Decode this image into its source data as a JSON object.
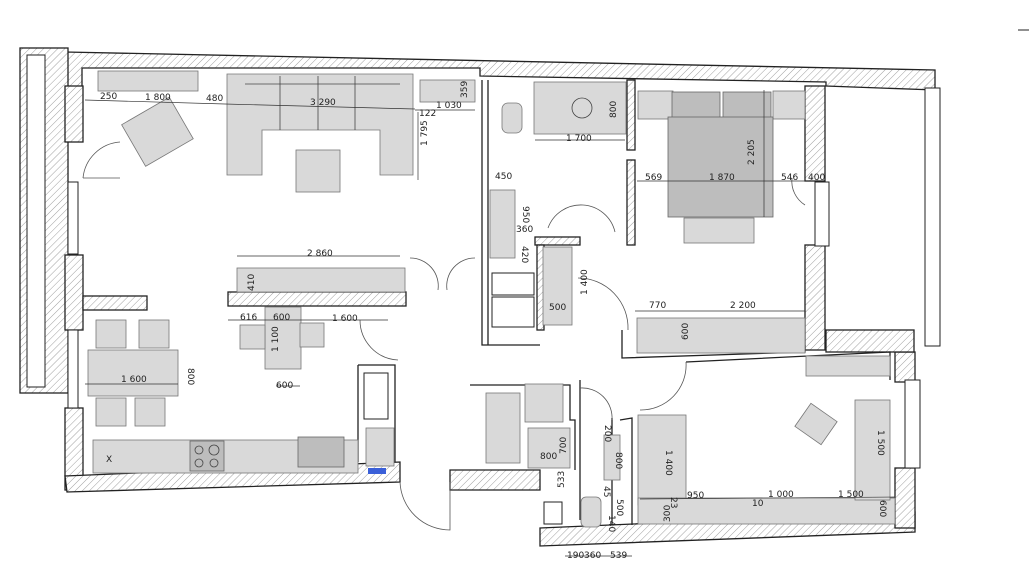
{
  "plan": {
    "colors": {
      "wall_hatch": "#888888",
      "furniture": "#d9d9d9",
      "accent": "#3a5fd8"
    },
    "living_room_dims": [
      "250",
      "1 800",
      "480",
      "3 290",
      "359",
      "1 030",
      "122",
      "1 795"
    ],
    "bathroom_dims": [
      "800",
      "1 700",
      "450",
      "950",
      "360",
      "420",
      "1 400",
      "500"
    ],
    "bedroom_dims": [
      "2 205",
      "569",
      "1 870",
      "546",
      "400",
      "770",
      "2 200",
      "600"
    ],
    "kitchen_dims": [
      "2 860",
      "410",
      "616",
      "600",
      "1 600",
      "1 100",
      "600",
      "1 600",
      "800"
    ],
    "bottom_dims": [
      "700",
      "800",
      "533",
      "200",
      "800",
      "45",
      "500",
      "140",
      "1 400",
      "950",
      "23",
      "300",
      "1 000",
      "10",
      "1 500",
      "1 500",
      "600",
      "190",
      "360",
      "539"
    ],
    "stove_mark": "X"
  }
}
